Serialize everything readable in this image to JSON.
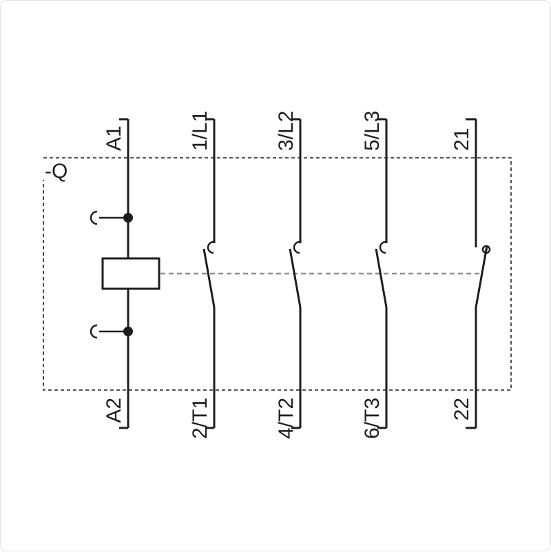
{
  "page": {
    "background": "#ffffff",
    "border_color": "#dedede"
  },
  "diagram": {
    "designation": "-Q",
    "line_color": "#1d1d1b",
    "enclosure_color": "#3c3c3c",
    "linkage_color": "#8f8f8f",
    "top_terminals": [
      "A1",
      "1/L1",
      "3/L2",
      "5/L3",
      "21"
    ],
    "bottom_terminals": [
      "A2",
      "2/T1",
      "4/T2",
      "6/T3",
      "22"
    ]
  }
}
